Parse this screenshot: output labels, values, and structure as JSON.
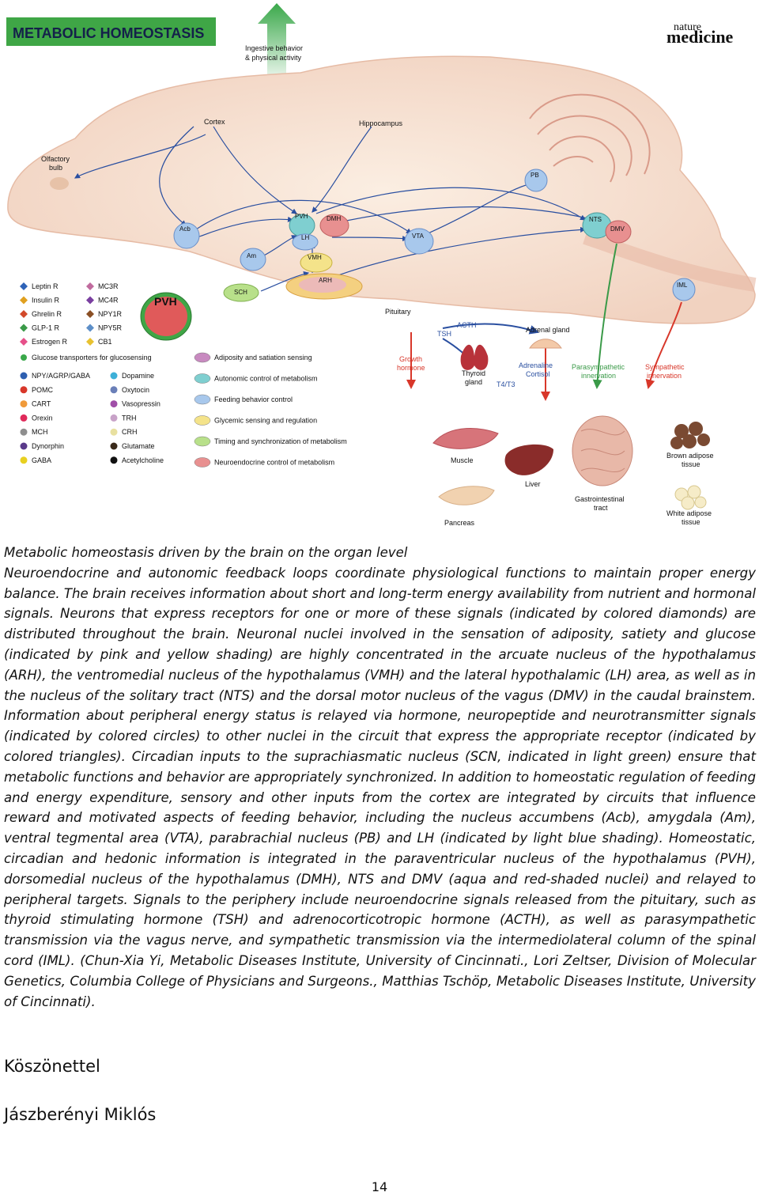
{
  "figure": {
    "banner_title": "METABOLIC HOMEOSTASIS",
    "journal_small": "nature",
    "journal_big": "medicine",
    "arrow_label_1": "Ingestive behavior",
    "arrow_label_2": "& physical activity",
    "regions": {
      "cortex": "Cortex",
      "hippocampus": "Hippocampus",
      "olfactory_1": "Olfactory",
      "olfactory_2": "bulb",
      "acb": "Acb",
      "pvh": "PVH",
      "dmh": "DMH",
      "lh": "LH",
      "vta": "VTA",
      "am": "Am",
      "vmh": "VMH",
      "arh": "ARH",
      "sch": "SCH",
      "pb": "PB",
      "nts": "NTS",
      "dmv": "DMV",
      "iml": "IML",
      "pituitary": "Pituitary",
      "pvh_big": "PVH"
    },
    "periphery": {
      "acth": "ACTH",
      "tsh": "TSH",
      "adrenal": "Adrenal gland",
      "growth_1": "Growth",
      "growth_2": "hormone",
      "thyroid_1": "Thyroid",
      "thyroid_2": "gland",
      "t4t3": "T4/T3",
      "adrenaline_1": "Adrenaline",
      "adrenaline_2": "Cortisol",
      "parasym_1": "Parasympathetic",
      "parasym_2": "innervation",
      "sym_1": "Sympathetic",
      "sym_2": "innervation",
      "muscle": "Muscle",
      "liver": "Liver",
      "gi_1": "Gastrointestinal",
      "gi_2": "tract",
      "bat_1": "Brown adipose",
      "bat_2": "tissue",
      "wat_1": "White adipose",
      "wat_2": "tissue",
      "pancreas": "Pancreas"
    },
    "receptor_legend": [
      {
        "label": "Leptin R",
        "color": "#2e63b8"
      },
      {
        "label": "MC3R",
        "color": "#c06b9e"
      },
      {
        "label": "Insulin R",
        "color": "#e0a020"
      },
      {
        "label": "MC4R",
        "color": "#7a3fa0"
      },
      {
        "label": "Ghrelin R",
        "color": "#d2492a"
      },
      {
        "label": "NPY1R",
        "color": "#8a4f24"
      },
      {
        "label": "GLP-1 R",
        "color": "#3a9a48"
      },
      {
        "label": "NPY5R",
        "color": "#5d8fc8"
      },
      {
        "label": "Estrogen R",
        "color": "#e6508a"
      },
      {
        "label": "CB1",
        "color": "#e8c230"
      }
    ],
    "glucose_label": "Glucose transporters for glucosensing",
    "neuro_legend": [
      {
        "label": "NPY/AGRP/GABA",
        "color": "#2e5fb0"
      },
      {
        "label": "Dopamine",
        "color": "#3db0d8"
      },
      {
        "label": "POMC",
        "color": "#d8372a"
      },
      {
        "label": "Oxytocin",
        "color": "#6a7fb8"
      },
      {
        "label": "CART",
        "color": "#f09a3a"
      },
      {
        "label": "Vasopressin",
        "color": "#a04fa8"
      },
      {
        "label": "Orexin",
        "color": "#e02a5a"
      },
      {
        "label": "TRH",
        "color": "#c8a2c8"
      },
      {
        "label": "MCH",
        "color": "#8e8e8e"
      },
      {
        "label": "CRH",
        "color": "#e8e0a0"
      },
      {
        "label": "Dynorphin",
        "color": "#5a3a8a"
      },
      {
        "label": "Glutamate",
        "color": "#3a2a1a"
      },
      {
        "label": "GABA",
        "color": "#e8d020"
      },
      {
        "label": "Acetylcholine",
        "color": "#111111"
      }
    ],
    "function_legend": [
      {
        "label": "Adiposity and satiation sensing",
        "color": "#c88ac0"
      },
      {
        "label": "Autonomic control of metabolism",
        "color": "#7fcfd0"
      },
      {
        "label": "Feeding behavior control",
        "color": "#a8c8ec"
      },
      {
        "label": "Glycemic sensing and regulation",
        "color": "#f4e38a"
      },
      {
        "label": "Timing and synchronization of metabolism",
        "color": "#b8e08a"
      },
      {
        "label": "Neuroendocrine control of metabolism",
        "color": "#e89090"
      }
    ]
  },
  "caption": {
    "title": "Metabolic homeostasis driven by the brain on the organ level",
    "body": "Neuroendocrine and autonomic feedback loops coordinate physiological functions to maintain proper energy balance. The brain receives information about short and long-term energy availability from nutrient and hormonal signals. Neurons that express receptors for one or more of these signals (indicated by colored diamonds) are distributed throughout the brain. Neuronal nuclei involved in the sensation of adiposity, satiety and glucose (indicated by pink and yellow shading) are highly concentrated in the arcuate nucleus of the hypothalamus (ARH), the ventromedial nucleus of the hypothalamus (VMH) and the lateral hypothalamic (LH) area, as well as in the nucleus of the solitary tract (NTS) and the dorsal motor nucleus of the vagus (DMV) in the caudal brainstem. Information about peripheral energy status is relayed via hormone, neuropeptide and neurotransmitter signals (indicated by colored circles) to other nuclei in the circuit that express the appropriate receptor (indicated by colored triangles). Circadian inputs to the suprachiasmatic nucleus (SCN, indicated in light green) ensure that metabolic functions and behavior are appropriately synchronized. In addition to homeostatic regulation of feeding and energy expenditure, sensory and other inputs from the cortex are integrated by circuits that influence reward and motivated aspects of feeding behavior, including the nucleus accumbens (Acb), amygdala (Am), ventral tegmental area (VTA), parabrachial nucleus (PB) and LH (indicated by light blue shading). Homeostatic, circadian and hedonic information is integrated in the paraventricular nucleus of the hypothalamus (PVH), dorsomedial nucleus of the hypothalamus (DMH), NTS and DMV (aqua and red-shaded nuclei) and relayed to peripheral targets. Signals to the periphery include neuroendocrine signals released from the pituitary, such as thyroid stimulating hormone (TSH) and adrenocorticotropic hormone (ACTH), as well as parasympathetic transmission via the vagus nerve, and sympathetic transmission via the intermediolateral column of the spinal cord (IML). (Chun-Xia Yi, Metabolic Diseases Institute, University of Cincinnati., Lori Zeltser, Division of Molecular Genetics, Columbia College of Physicians and Surgeons., Matthias Tschöp, Metabolic Diseases Institute, University of Cincinnati)."
  },
  "thanks": "Köszönettel",
  "author": "Jászberényi Miklós",
  "page_number": "14"
}
